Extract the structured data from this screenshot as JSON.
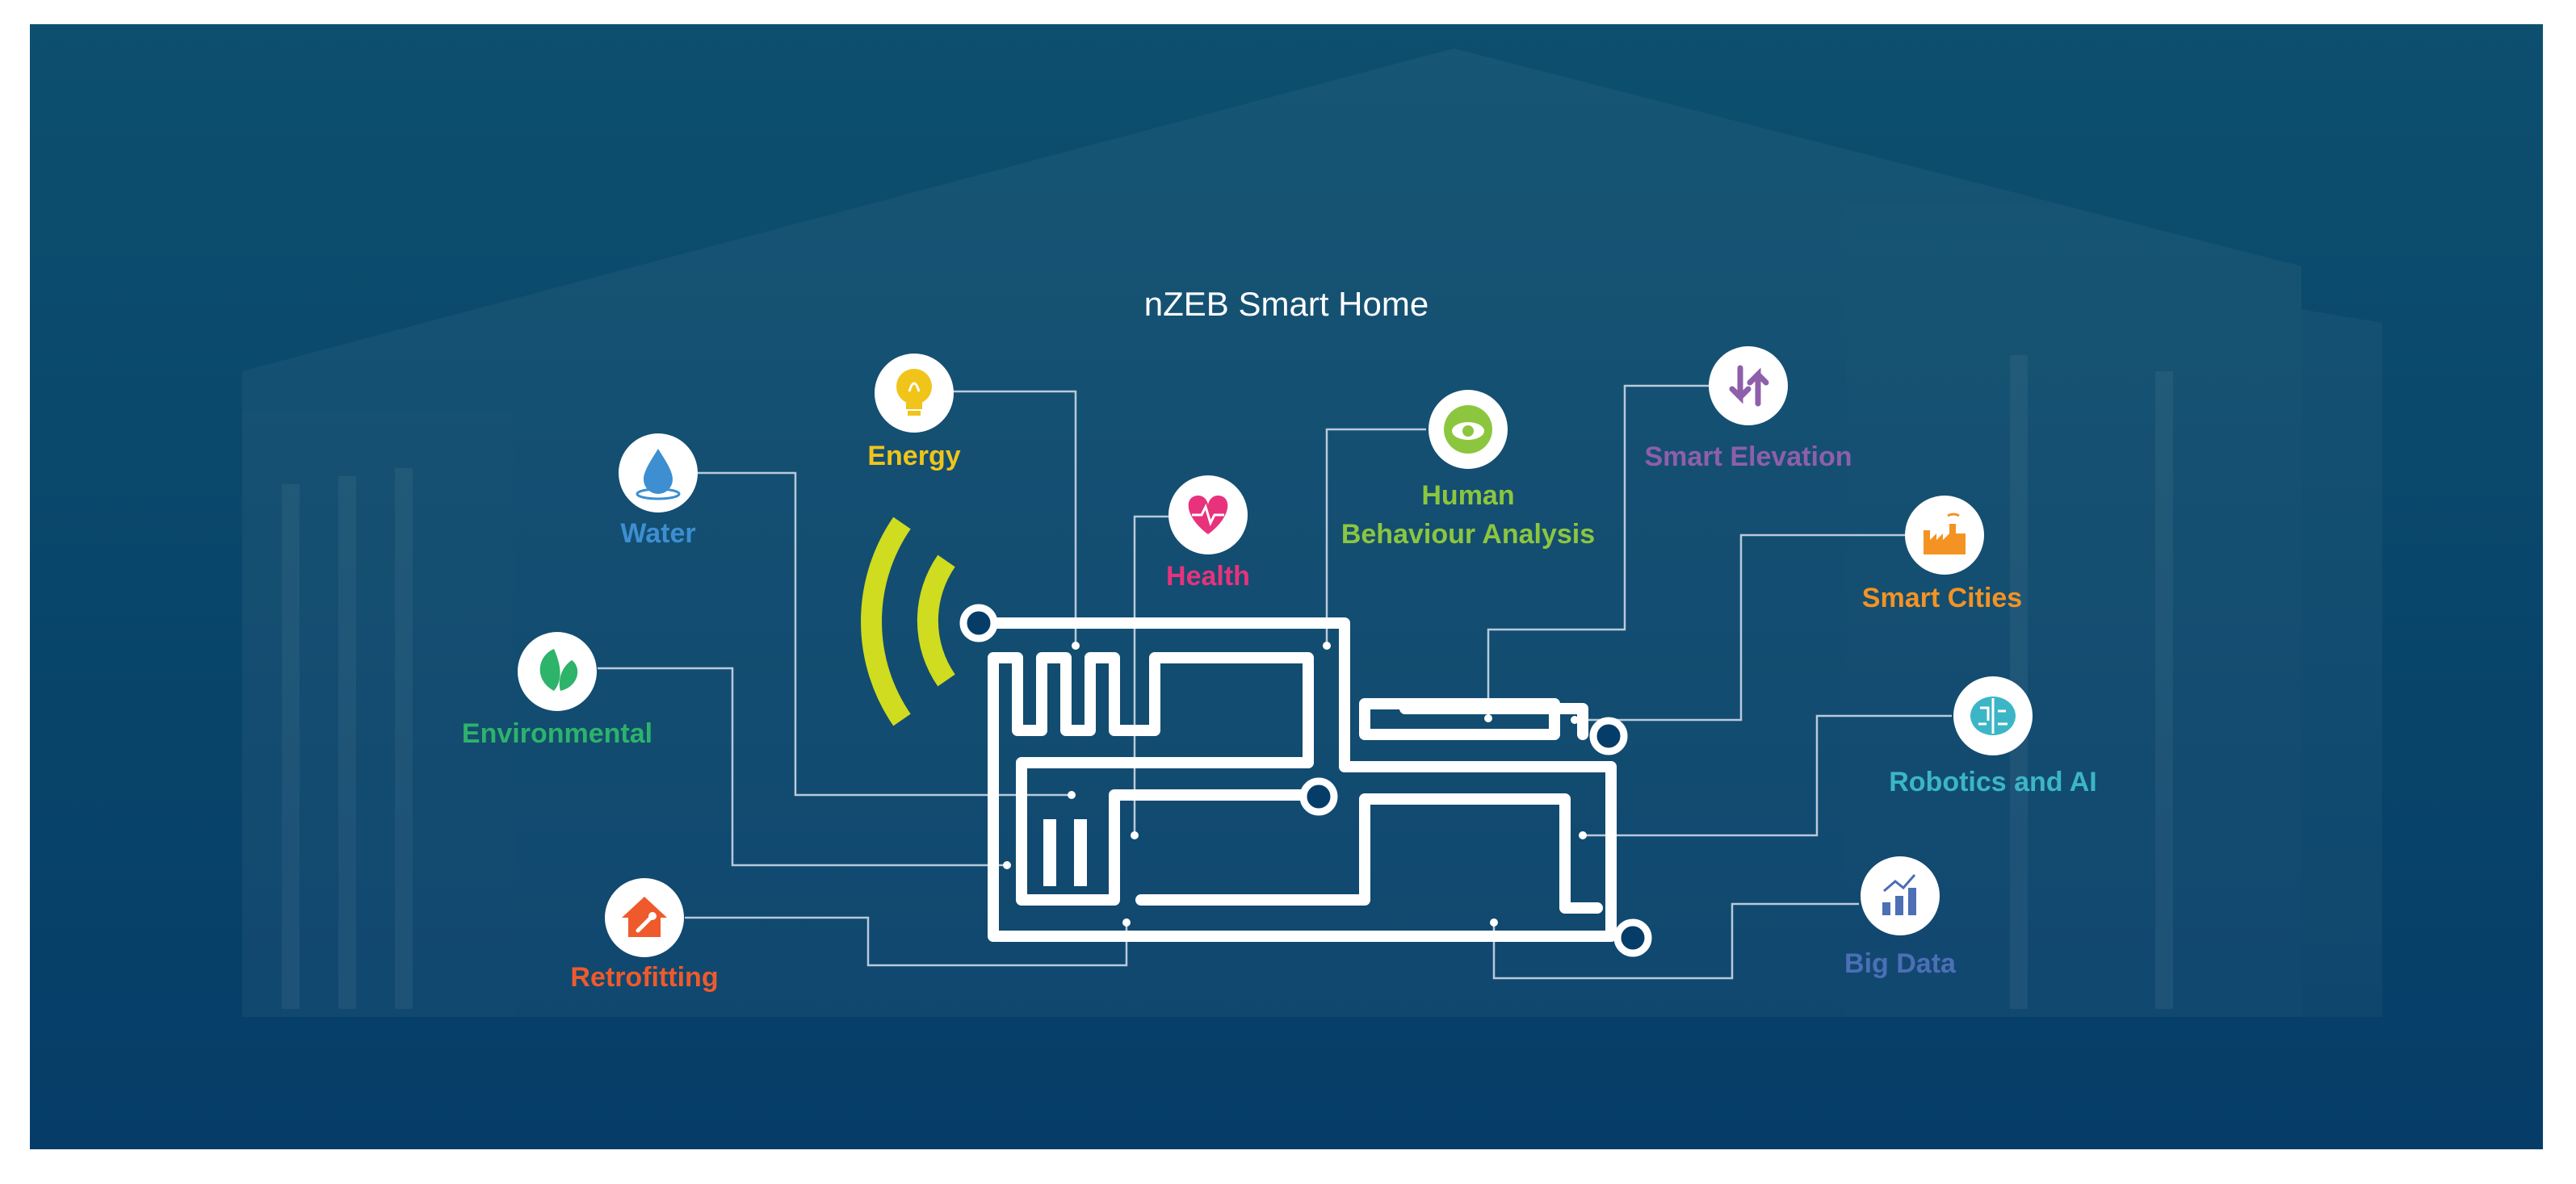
{
  "title": "nZEB Smart Home",
  "colors": {
    "background_top": "#0d4f6e",
    "background_bottom": "#053d68",
    "circuit": "#ffffff",
    "wifi": "#cfdc1f",
    "connector": "#b8cadb"
  },
  "nodes": [
    {
      "id": "energy",
      "label": "Energy",
      "color": "#f0c419",
      "icon": "lightbulb-icon"
    },
    {
      "id": "water",
      "label": "Water",
      "color": "#3d8fd1",
      "icon": "water-drop-icon"
    },
    {
      "id": "health",
      "label": "Health",
      "color": "#e8327c",
      "icon": "heart-pulse-icon"
    },
    {
      "id": "human",
      "label": "Human",
      "label2": "Behaviour Analysis",
      "color": "#8cc63f",
      "icon": "eye-icon"
    },
    {
      "id": "elevation",
      "label": "Smart Elevation",
      "color": "#8e5fab",
      "icon": "up-down-arrows-icon"
    },
    {
      "id": "cities",
      "label": "Smart Cities",
      "color": "#f39323",
      "icon": "city-icon"
    },
    {
      "id": "environmental",
      "label": "Environmental",
      "color": "#2db36a",
      "icon": "leaf-icon"
    },
    {
      "id": "robotics",
      "label": "Robotics and AI",
      "color": "#3cb6c6",
      "icon": "brain-icon"
    },
    {
      "id": "retrofitting",
      "label": "Retrofitting",
      "color": "#ee5a2c",
      "icon": "house-wrench-icon"
    },
    {
      "id": "bigdata",
      "label": "Big Data",
      "color": "#4c6fb5",
      "icon": "bar-chart-icon"
    }
  ]
}
